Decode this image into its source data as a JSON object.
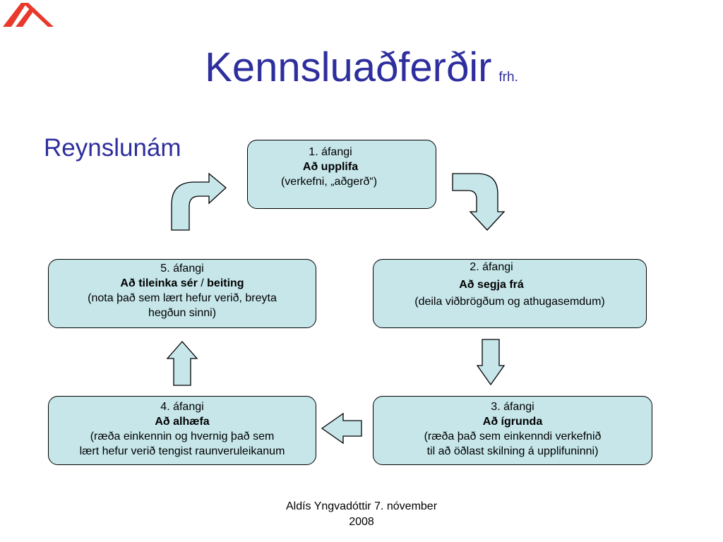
{
  "title": {
    "main": "Kennsluaðferðir",
    "suffix": "frh."
  },
  "subtitle": "Reynslunám",
  "stages": [
    {
      "number": "1. áfangi",
      "name": "Að upplifa",
      "desc": [
        "(verkefni, „aðgerð“)"
      ]
    },
    {
      "number": "2. áfangi",
      "name": "Að segja frá",
      "desc": [
        "(deila viðbrögðum og athugasemdum)"
      ]
    },
    {
      "number": "3. áfangi",
      "name": "Að ígrunda",
      "desc": [
        "(ræða það sem einkenndi verkefnið",
        "til að öðlast skilning á upplifuninni)"
      ]
    },
    {
      "number": "4. áfangi",
      "name": "Að alhæfa",
      "desc": [
        "(ræða einkennin og hvernig það sem",
        "lært hefur verið tengist raunveruleikanum"
      ]
    },
    {
      "number": "5. áfangi",
      "name": "Að tileinka sér",
      "name_sep": " / ",
      "name_2": "beiting",
      "desc": [
        "(nota það sem lært hefur verið, breyta",
        "hegðun sinni)"
      ]
    }
  ],
  "footer": {
    "line1": "Aldís Yngvadóttir 7. nóvember",
    "line2": "2008"
  },
  "colors": {
    "title": "#2e2e9e",
    "box_fill": "#c6e6ea",
    "logo": "#e8392a",
    "arrow_fill": "#c6e6ea"
  },
  "icons": {
    "logo": "red-chevron-logo",
    "arrows": [
      "curved-arrow-right-down",
      "arrow-down",
      "arrow-left",
      "arrow-up",
      "curved-arrow-up-right"
    ]
  }
}
